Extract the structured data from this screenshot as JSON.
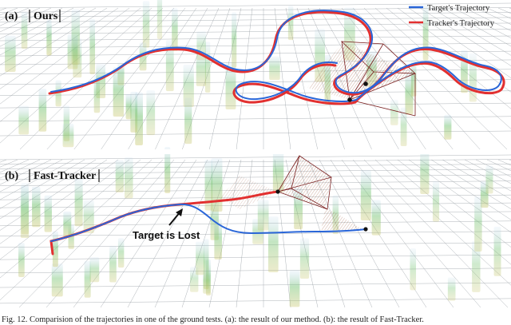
{
  "figure": {
    "panels": [
      {
        "id": "a",
        "label": "(a)",
        "method": "Ours"
      },
      {
        "id": "b",
        "label": "(b)",
        "method": "Fast-Tracker"
      }
    ],
    "legend": [
      {
        "label": "Target's Trajectory",
        "color": "#2a66d8"
      },
      {
        "label": "Tracker's Trajectory",
        "color": "#e23030"
      }
    ],
    "annotation": "Target is Lost",
    "caption": "Fig. 12. Comparision of the trajectories in one of the ground tests. (a): the result of our method. (b): the result of Fast-Tracker.",
    "colors": {
      "target": "#2a66d8",
      "tracker": "#e23030",
      "grid": "#9aa0a6",
      "frustum": "#7a2020",
      "fov_fill": "#8b3a1a",
      "obstacle_green": "#6cc06a",
      "obstacle_yellow": "#c9c56a",
      "obstacle_blue": "#9fc6e6"
    }
  }
}
